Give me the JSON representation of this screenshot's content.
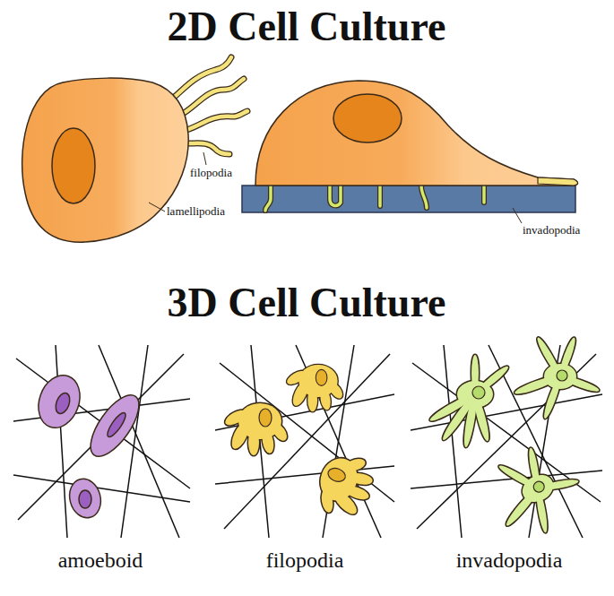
{
  "diagram": {
    "title": "2D Cell Culture",
    "labels": [
      "filopodia",
      "lamellipodia",
      "invadopodia",
      "3D Cell Culture",
      "amoeboid",
      "filopodia",
      "invadopodia"
    ]
  }
}
